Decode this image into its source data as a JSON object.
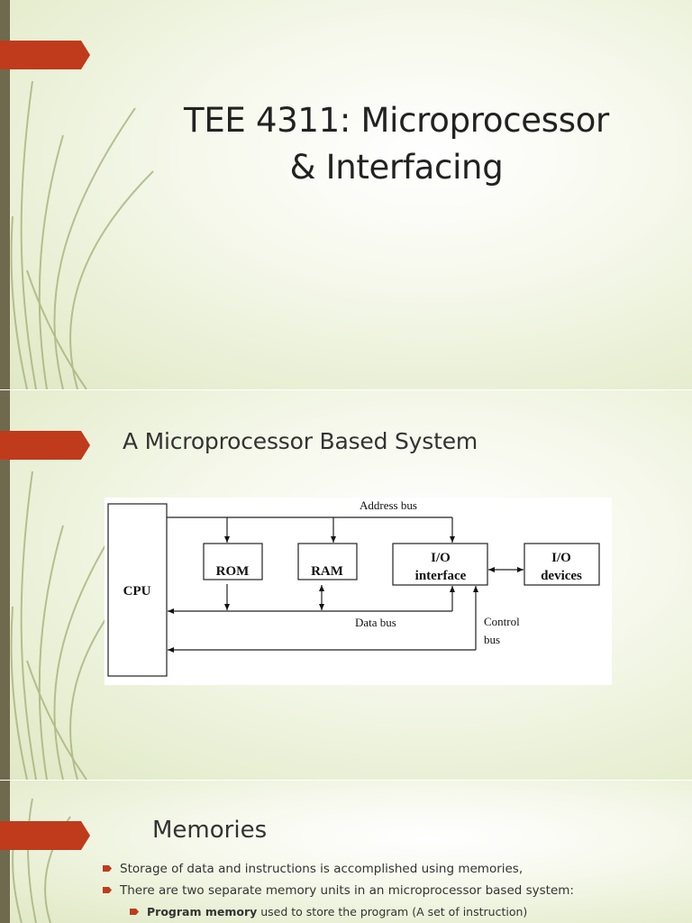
{
  "slide1": {
    "title_line1": "TEE 4311:  Microprocessor",
    "title_line2": "& Interfacing"
  },
  "slide2": {
    "title": "A Microprocessor Based System",
    "diagram": {
      "cpu": "CPU",
      "rom": "ROM",
      "ram": "RAM",
      "io_interface_line1": "I/O",
      "io_interface_line2": "interface",
      "io_devices_line1": "I/O",
      "io_devices_line2": "devices",
      "address_bus": "Address bus",
      "data_bus": "Data bus",
      "control_bus_line1": "Control",
      "control_bus_line2": "bus"
    }
  },
  "slide3": {
    "title": "Memories",
    "bullets": [
      "Storage of data and instructions is accomplished using memories,",
      "There are two separate memory units in an microprocessor based system:"
    ],
    "sub_bullet_bold": "Program memory",
    "sub_bullet_rest": " used to store the program (A set of instruction)"
  },
  "colors": {
    "marker": "#bf3b1c",
    "left_bar": "#6f6a4e",
    "grass_stroke": "#9aa56a",
    "background_light": "#f7f9ee",
    "background_edge": "#dfe8c6"
  },
  "icons": [
    "arrow-marker-icon",
    "grass-decoration-icon",
    "bullet-arrow-icon"
  ]
}
